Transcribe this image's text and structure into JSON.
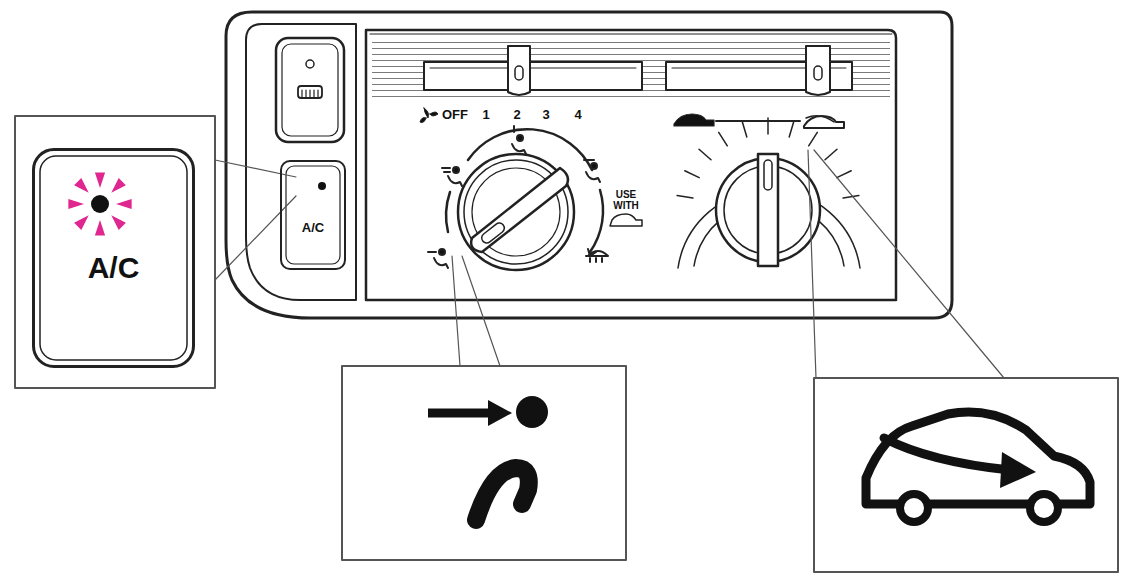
{
  "diagram": {
    "nodes": [
      {
        "text": [
          "A/C"
        ]
      },
      {
        "text": [
          "A/C"
        ]
      }
    ],
    "labels": [
      "OFF",
      "1",
      "2",
      "3",
      "4",
      "USE WITH"
    ]
  }
}
